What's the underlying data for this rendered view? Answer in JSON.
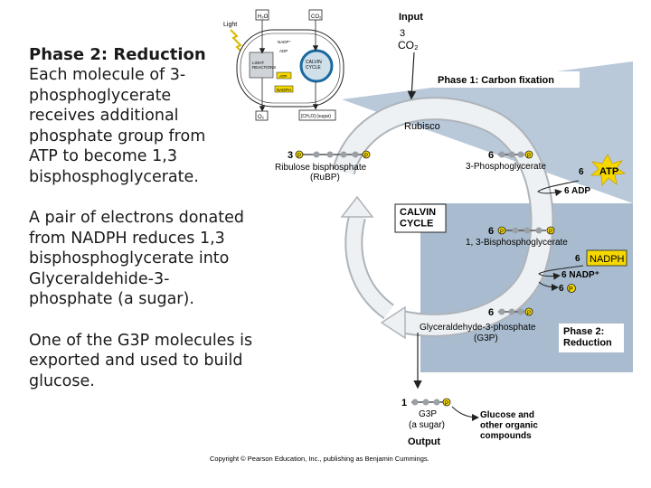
{
  "text_panel": {
    "heading": "Phase 2: Reduction",
    "paragraph1": "Each molecule of 3-\nphosphoglycerate\nreceives additional\nphosphate group from\nATP to become 1,3\nbisphosphoglycerate.",
    "paragraph2": "A pair of electrons donated\nfrom NADPH reduces 1,3\nbisphosphoglycerate  into\nGlyceraldehide-3-\nphosphate (a sugar).",
    "paragraph3": "One of the G3P molecules is\nexported and used to build\nglucose."
  },
  "chloroplast": {
    "light": "Light",
    "h2o": "H₂O",
    "co2": "CO₂",
    "nadp": "NADP⁺",
    "adp": "ADP",
    "light_reactions": "LIGHT\nREACTIONS",
    "calvin_cycle": "CALVIN\nCYCLE",
    "atp": "ATP",
    "nadph": "NADPH",
    "o2": "O₂",
    "sugar": "[CH₂O] (sugar)"
  },
  "diagram": {
    "input_label": "Input",
    "input_count": "3",
    "input_molecule": "CO₂",
    "phase1_label": "Phase 1: Carbon fixation",
    "rubisco": "Rubisco",
    "rubp_count": "3",
    "rubp_name": "Ribulose bisphosphate",
    "rubp_abbr": "(RuBP)",
    "pga_count": "6",
    "pga_name": "3-Phosphoglycerate",
    "atp_count": "6",
    "atp": "ATP",
    "adp": "6 ADP",
    "calvin_label": "CALVIN\nCYCLE",
    "bpg_count": "6",
    "bpg_name": "1, 3-Bisphosphoglycerate",
    "nadph_count": "6",
    "nadph": "NADPH",
    "nadp": "6 NADP⁺",
    "pi": "6",
    "g3p_count": "6",
    "g3p_name": "Glyceraldehyde-3-phosphate",
    "g3p_abbr": "(G3P)",
    "phase2_label": "Phase 2:\nReduction",
    "output_count": "1",
    "output_name": "G3P",
    "output_sub": "(a sugar)",
    "output_label": "Output",
    "glucose_text": "Glucose and\nother organic\ncompounds",
    "p": "P",
    "copyright": "Copyright © Pearson Education, Inc., publishing as Benjamin Cummings."
  },
  "colors": {
    "phase1_panel": "#b9c9d9",
    "phase2_panel": "#a9bccf",
    "yellow": "#f5d800",
    "arrow": "#eef1f3"
  }
}
